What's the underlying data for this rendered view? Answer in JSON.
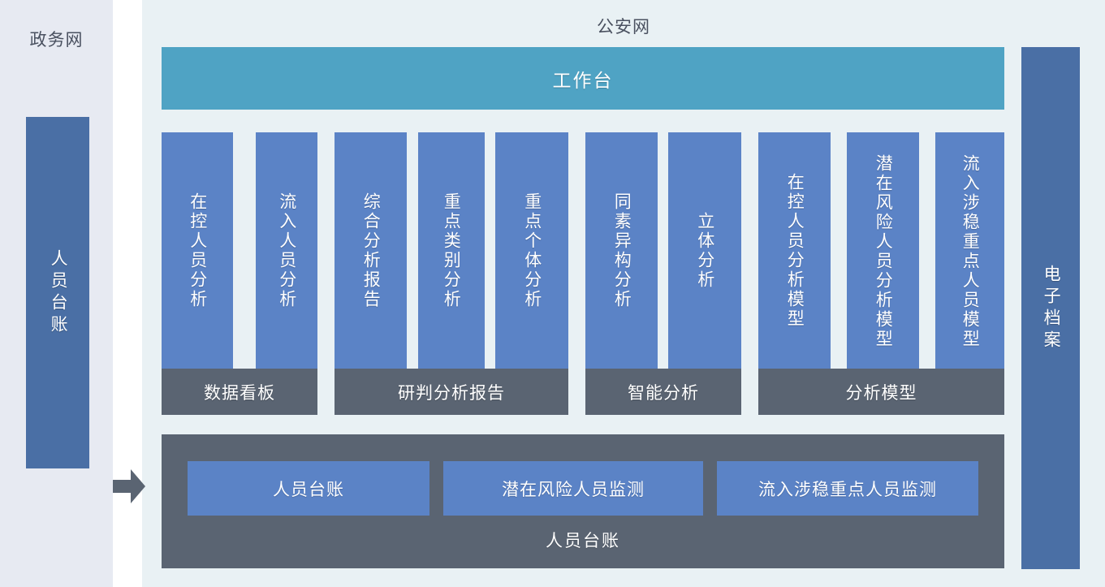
{
  "diagram": {
    "title_left": "政务网",
    "title_right": "公安网",
    "colors": {
      "zone_left_bg": "#e7eaf2",
      "zone_right_bg": "#e9f1f4",
      "side_bar": "#4a6fa5",
      "workbench": "#4fa3c4",
      "column": "#5b83c6",
      "group_footer": "#5a6472",
      "ledger_panel": "#5a6472",
      "arrow": "#5a6472",
      "title_text": "#4a5160"
    }
  },
  "side_bars": {
    "left": {
      "label": "人员台账"
    },
    "right": {
      "label": "电子档案"
    }
  },
  "arrow": {
    "icon": "arrow-right-icon"
  },
  "workbench": {
    "label": "工作台"
  },
  "groups": [
    {
      "footer": "数据看板",
      "columns": [
        {
          "label": "在控人员分析",
          "width": 88,
          "tall": false
        },
        {
          "label": "流入人员分析",
          "width": 76,
          "tall": false
        }
      ]
    },
    {
      "footer": "研判分析报告",
      "columns": [
        {
          "label": "综合分析报告",
          "width": 89,
          "tall": false
        },
        {
          "label": "重点类别分析",
          "width": 82,
          "tall": false
        },
        {
          "label": "重点个体分析",
          "width": 90,
          "tall": false
        }
      ]
    },
    {
      "footer": "智能分析",
      "columns": [
        {
          "label": "同素异构分析",
          "width": 89,
          "tall": false
        },
        {
          "label": "立体分析",
          "width": 90,
          "tall": false
        }
      ]
    },
    {
      "footer": "分析模型",
      "columns": [
        {
          "label": "在控人员分析模型",
          "width": 89,
          "tall": false
        },
        {
          "label": "潜在风险人员分析模型",
          "width": 89,
          "tall": true
        },
        {
          "label": "流入涉稳重点人员模型",
          "width": 85,
          "tall": true
        }
      ]
    }
  ],
  "ledger": {
    "caption": "人员台账",
    "tiles": [
      {
        "label": "人员台账",
        "size": "w-a"
      },
      {
        "label": "潜在风险人员监测",
        "size": "w-b"
      },
      {
        "label": "流入涉稳重点人员监测",
        "size": "w-c"
      }
    ]
  }
}
